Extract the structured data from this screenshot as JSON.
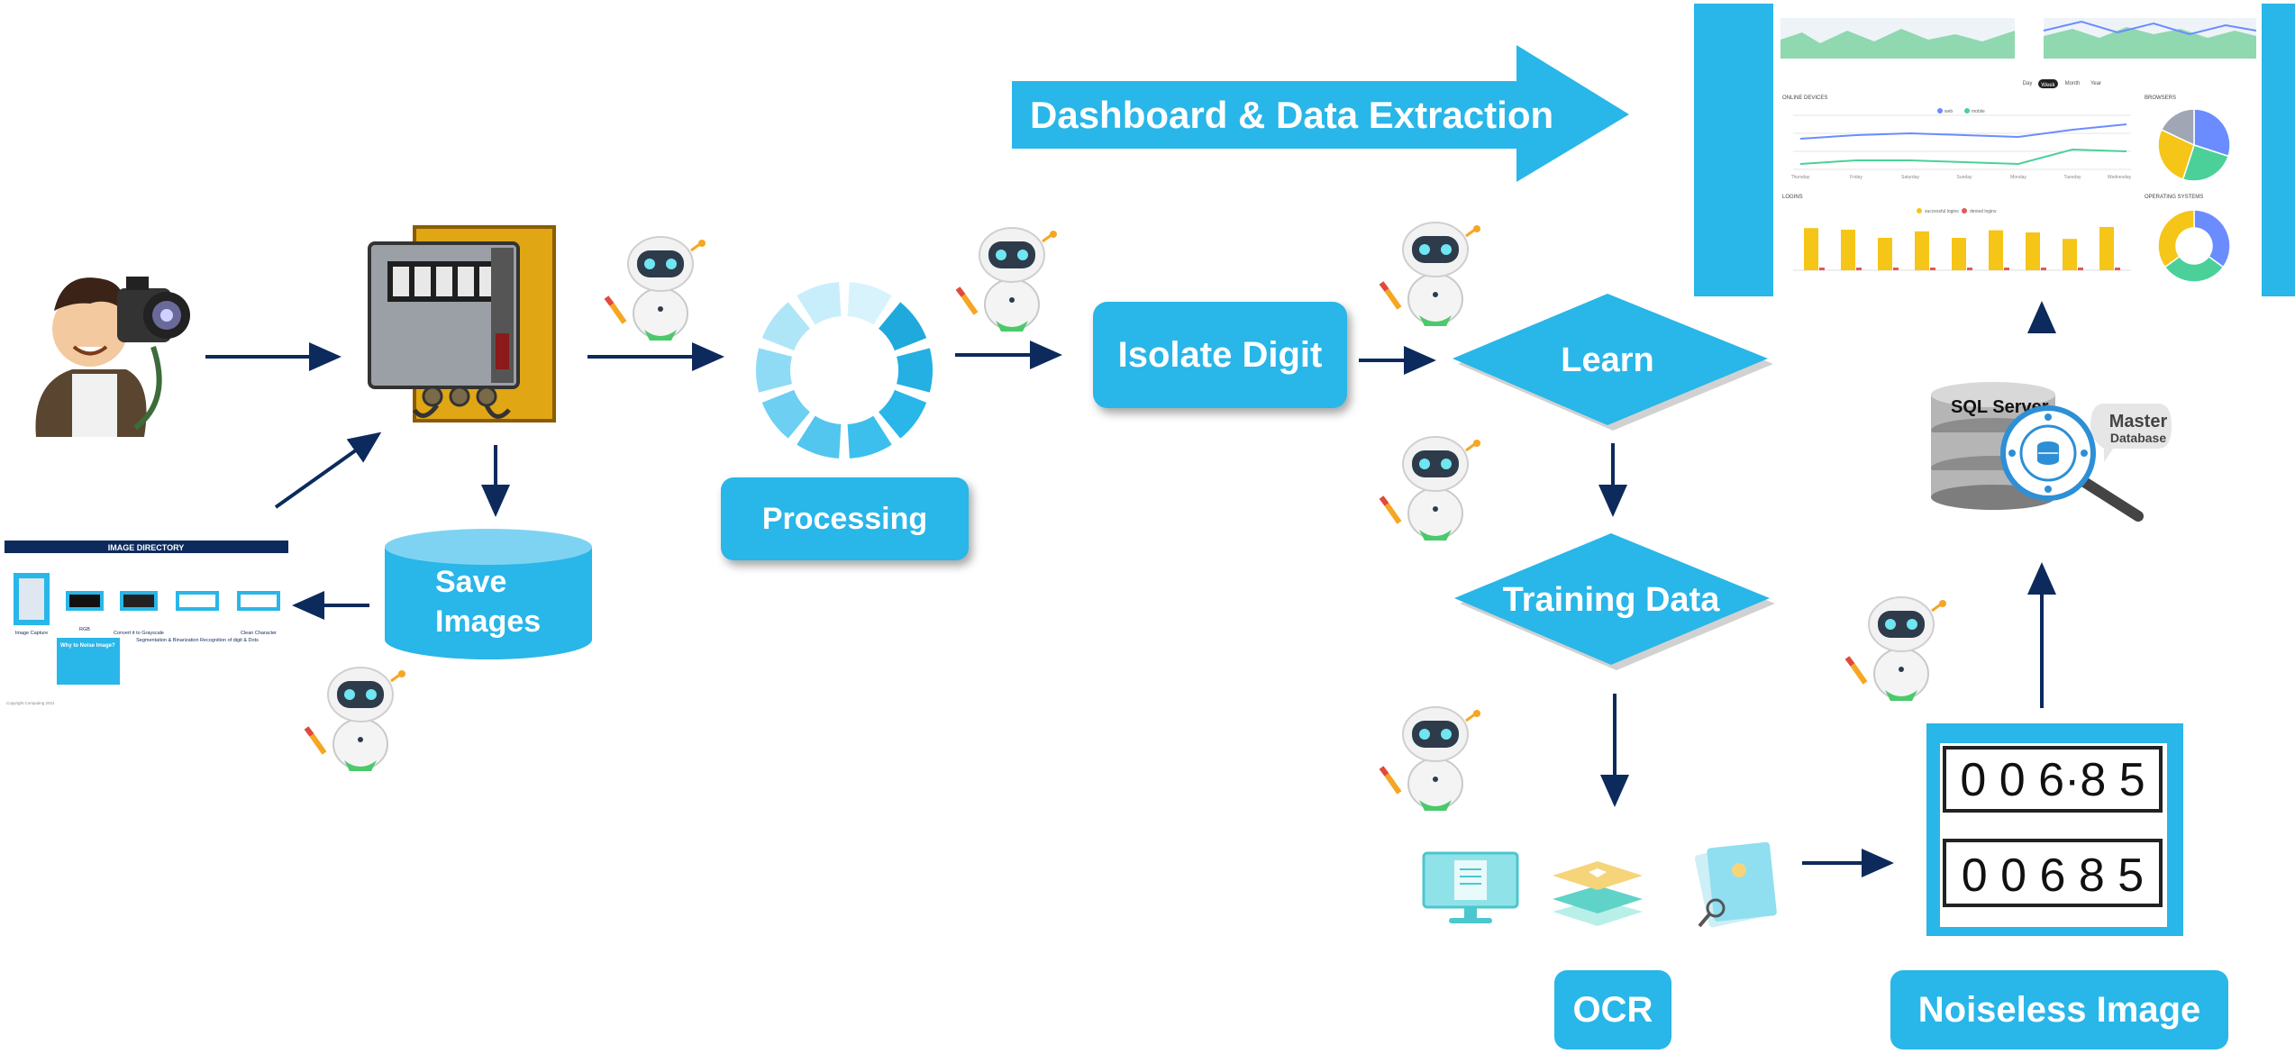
{
  "colors": {
    "primary": "#29b6e8",
    "arrow": "#0d2a5c",
    "dashboard_bg": "#f2f3f5",
    "pie": [
      "#6b8cff",
      "#4bd09a",
      "#f5c518",
      "#a0a6b4"
    ]
  },
  "labels": {
    "dashboard_arrow": "Dashboard & Data Extraction",
    "processing": "Processing",
    "isolate_digit": "Isolate Digit",
    "learn": "Learn",
    "training_data": "Training Data",
    "save_images_line1": "Save",
    "save_images_line2": "Images",
    "ocr": "OCR",
    "noiseless_image": "Noiseless Image",
    "sql_server": "SQL Server",
    "master": "Master",
    "database": "Database"
  },
  "image_directory": {
    "title": "IMAGE DIRECTORY",
    "steps": [
      "Image Capture",
      "RGB",
      "Convert it to Grayscale",
      "Segmentation & Binarization Recognition of digit & Dots",
      "Clean Character"
    ],
    "callout": "Why to Noise Image?",
    "footer": "Copyright Computing 2021"
  },
  "meter_readings": {
    "noisy": "0 0 6·8 5",
    "clean": "0 0 6 8 5"
  },
  "dashboard": {
    "tabs": [
      "Day",
      "Week",
      "Month",
      "Year"
    ],
    "active_tab": "Week",
    "sections": [
      "ONLINE DEVICES",
      "BROWSERS",
      "LOGINS",
      "OPERATING SYSTEMS"
    ],
    "line_legend": [
      "web",
      "mobile"
    ],
    "bar_legend": [
      "successful logins",
      "denied logins"
    ],
    "weekdays": [
      "Thursday",
      "Friday",
      "Saturday",
      "Sunday",
      "Monday",
      "Tuesday",
      "Wednesday"
    ],
    "login_bars": [
      0.78,
      0.75,
      0.6,
      0.72,
      0.6,
      0.74,
      0.7,
      0.58,
      0.8
    ],
    "browser_shares": [
      0.3,
      0.25,
      0.27,
      0.18
    ],
    "os_shares": [
      0.35,
      0.3,
      0.35
    ]
  },
  "icons": [
    "photographer-icon",
    "camera-icon",
    "electric-meter-icon",
    "robot-icon",
    "loading-ring-icon",
    "database-icon",
    "magnifier-icon",
    "monitor-icon",
    "layers-icon",
    "document-gear-icon"
  ]
}
